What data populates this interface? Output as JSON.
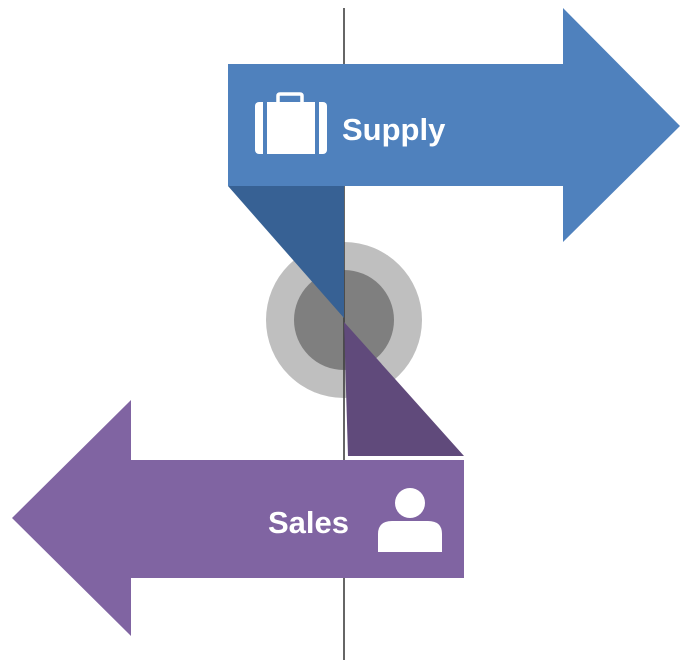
{
  "diagram": {
    "arrows": [
      {
        "id": "supply",
        "label": "Supply",
        "direction": "right",
        "icon": "briefcase-icon",
        "color": "#4F81BD",
        "fold_color": "#376194"
      },
      {
        "id": "sales",
        "label": "Sales",
        "direction": "left",
        "icon": "person-icon",
        "color": "#8064A2",
        "fold_color": "#604A7B"
      }
    ],
    "center_marker": {
      "icon": "target-circle-icon",
      "outer_color": "#BFBFBF",
      "inner_color": "#7F7F7F"
    },
    "axis_color": "#404040"
  }
}
